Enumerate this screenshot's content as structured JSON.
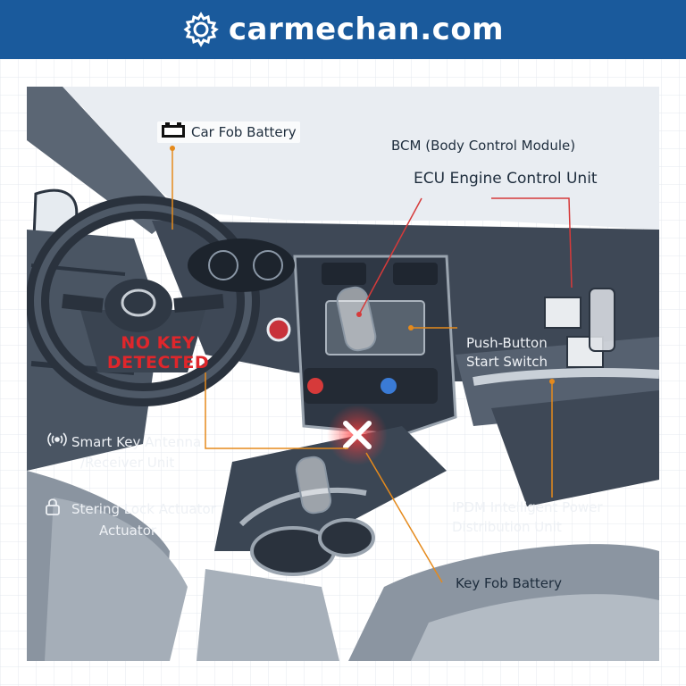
{
  "header": {
    "brand": "carmechan.com",
    "logo_icon": "gear-icon",
    "color": "#1a5a9c"
  },
  "labels": {
    "car_fob_battery": "Car Fob Battery",
    "bcm": "BCM  (Body Control Module)",
    "ecu": "ECU Engine Control Unit",
    "push_button_line1": "Push-Button",
    "push_button_line2": "Start Switch",
    "smart_key_line1": "Smart Key Antenna",
    "smart_key_line2": "/Receiver Unit",
    "steering_lock_line1": "Stering Lock Actuator",
    "steering_lock_line2": "Actuator",
    "ipdm_line1": "IPDM Intelligent Power",
    "ipdm_line2": "Distribution Unit",
    "key_fob_battery": "Key Fob Battery"
  },
  "warning": {
    "line1": "NO KEY",
    "line2": "DETECTED",
    "color": "#e0262b"
  },
  "icons": [
    "battery-icon",
    "antenna-icon",
    "lock-icon",
    "x-mark-icon",
    "key-fob-icon",
    "steering-wheel-icon",
    "gear-icon"
  ],
  "colors": {
    "callout_orange": "#e58a1c",
    "callout_red": "#d63a3a",
    "interior": "#3b4654"
  }
}
